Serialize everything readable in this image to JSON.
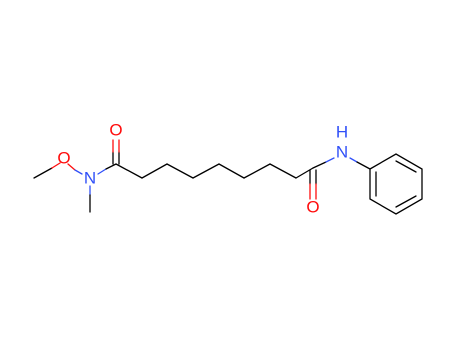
{
  "molecule": {
    "colors": {
      "bond": "#000000",
      "oxygen": "#ff0d0d",
      "nitrogen": "#3050f8"
    },
    "atom_labels": {
      "methoxy_oxygen": "O",
      "weinreb_nitrogen": "N",
      "carbonyl_oxygen_left": "O",
      "carbonyl_oxygen_right": "O",
      "amide_nitrogen": "N",
      "amide_hydrogen": "H"
    }
  }
}
